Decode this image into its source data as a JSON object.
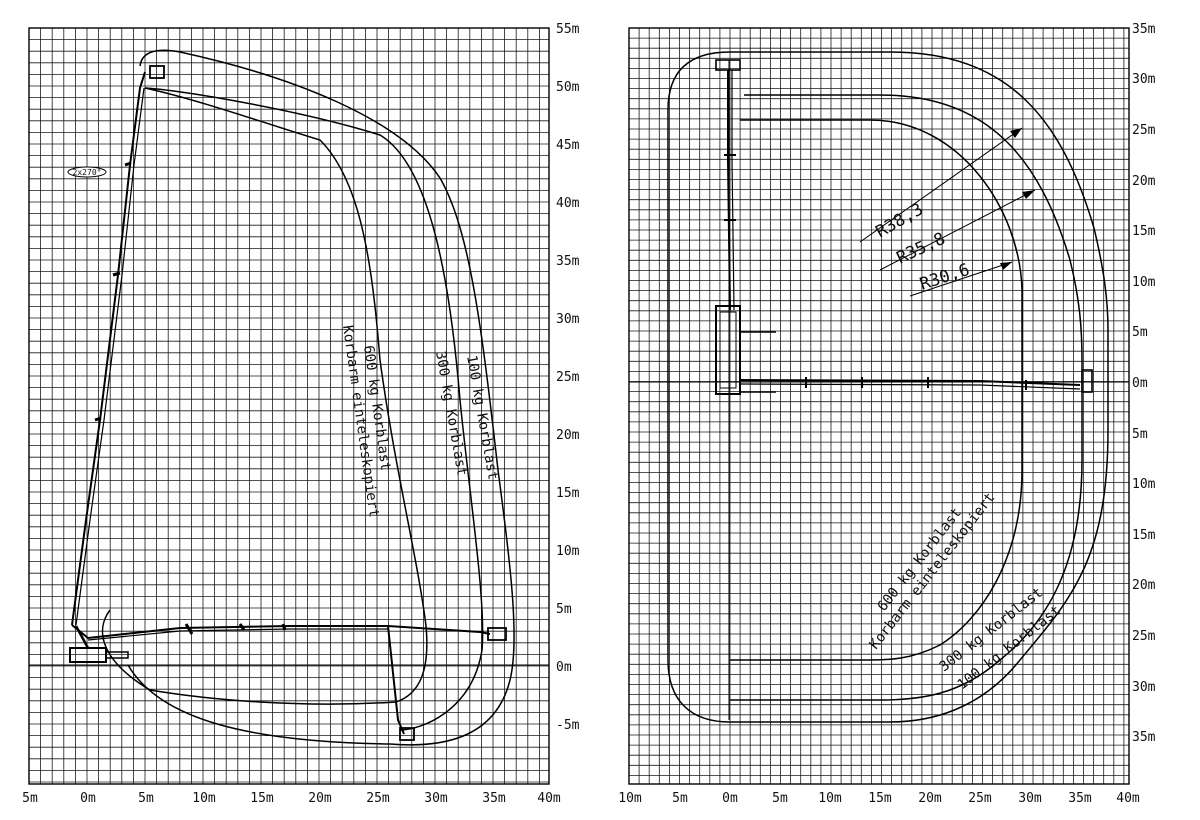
{
  "left_chart": {
    "x_ticks": [
      "5m",
      "0m",
      "5m",
      "10m",
      "15m",
      "20m",
      "25m",
      "30m",
      "35m",
      "40m"
    ],
    "y_ticks": [
      "55m",
      "50m",
      "45m",
      "40m",
      "35m",
      "30m",
      "25m",
      "20m",
      "15m",
      "10m",
      "5m",
      "0m",
      "-5m"
    ],
    "labels": {
      "kg600": "600 kg Korblast",
      "kg600_sub": "Korbarm einteleskopiert",
      "kg300": "300 kg Korblast",
      "kg100": "100 kg Korblast",
      "rotation": "2x270°"
    }
  },
  "right_chart": {
    "x_ticks": [
      "10m",
      "5m",
      "0m",
      "5m",
      "10m",
      "15m",
      "20m",
      "25m",
      "30m",
      "35m",
      "40m"
    ],
    "y_ticks": [
      "35m",
      "30m",
      "25m",
      "20m",
      "15m",
      "10m",
      "5m",
      "0m",
      "5m",
      "10m",
      "15m",
      "20m",
      "25m",
      "30m",
      "35m"
    ],
    "radii": [
      "R38,3",
      "R35,8",
      "R30,6"
    ],
    "labels": {
      "kg600": "600 kg Korblast",
      "kg600_sub": "Korbarm einteleskopiert",
      "kg300": "300 kg Korblast",
      "kg100": "100 kg Korblast"
    }
  },
  "colors": {
    "ink": "#000000",
    "paper": "#ffffff"
  }
}
